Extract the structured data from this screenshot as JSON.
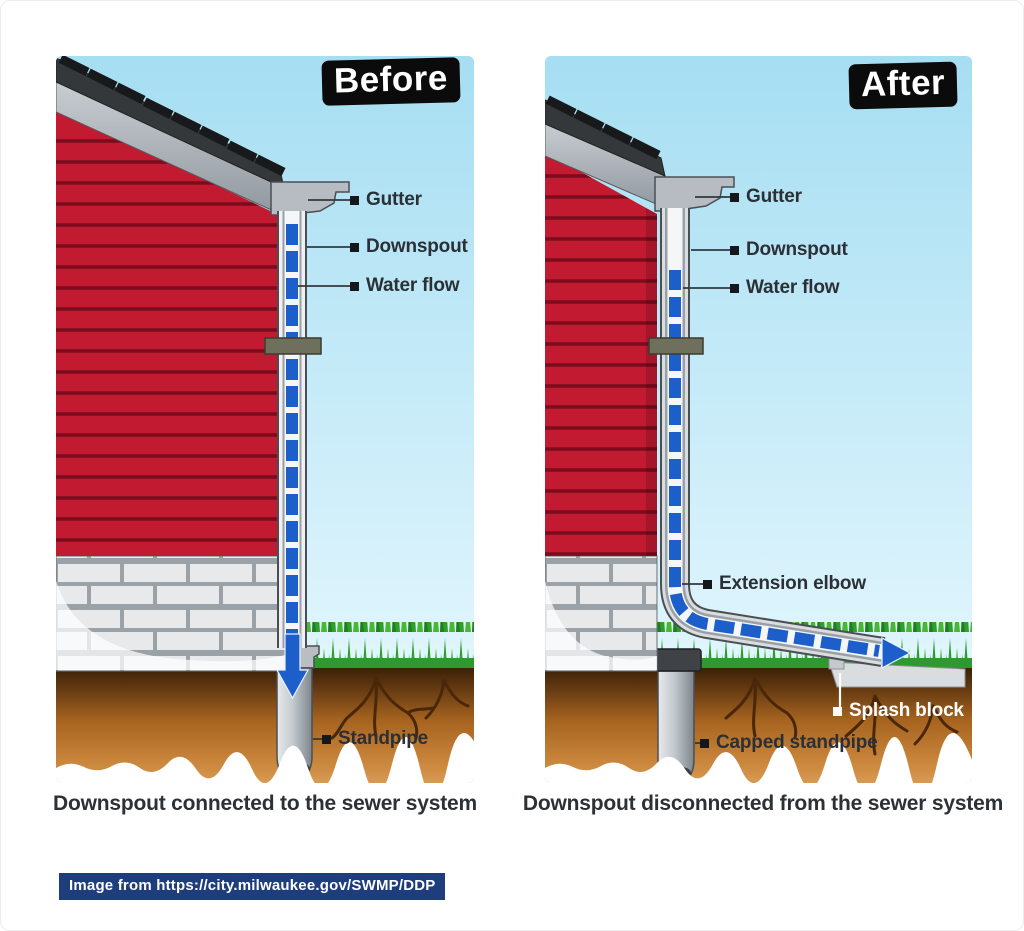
{
  "attribution": "Image from https://city.milwaukee.gov/SWMP/DDP",
  "panels": [
    {
      "id": "before",
      "title": "Before",
      "caption": "Downspout connected to the sewer system",
      "labels": {
        "gutter": "Gutter",
        "downspout": "Downspout",
        "water_flow": "Water flow",
        "standpipe": "Standpipe"
      }
    },
    {
      "id": "after",
      "title": "After",
      "caption": "Downspout disconnected from the sewer system",
      "labels": {
        "gutter": "Gutter",
        "downspout": "Downspout",
        "water_flow": "Water flow",
        "extension_elbow": "Extension elbow",
        "splash_block": "Splash block",
        "capped_standpipe": "Capped standpipe"
      }
    }
  ],
  "colors": {
    "water_blue": "#1d5fca",
    "siding_red": "#c11a31",
    "sky_top": "#a6def2",
    "grass_green": "#2c9a2c",
    "soil_brown": "#a5631f",
    "attribution_navy": "#1d3d7c",
    "label_text": "#2b3036"
  }
}
